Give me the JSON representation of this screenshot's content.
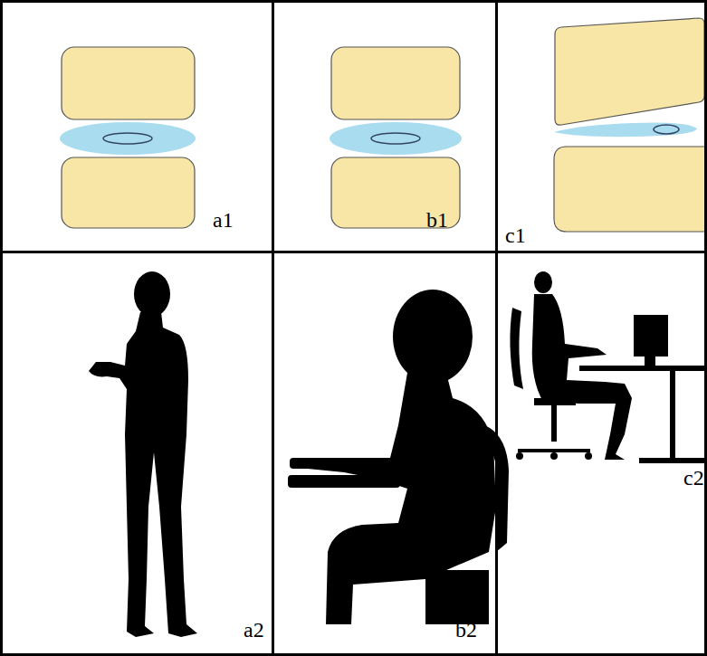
{
  "diagram": {
    "nodes": [
      {
        "text": [
          "a1"
        ]
      },
      {
        "text": [
          "b1"
        ]
      },
      {
        "text": [
          "c1"
        ]
      },
      {
        "text": [
          "a2"
        ]
      },
      {
        "text": [
          "b2"
        ]
      },
      {
        "text": [
          "c2"
        ]
      }
    ]
  }
}
